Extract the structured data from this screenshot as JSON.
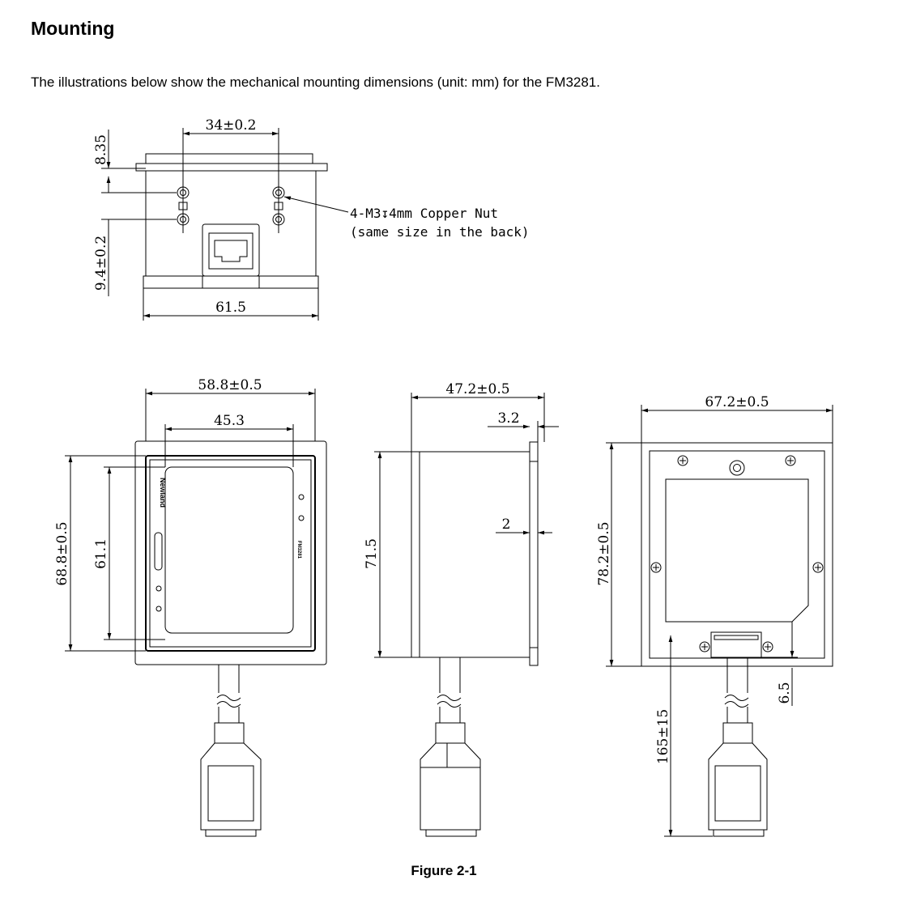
{
  "section": {
    "title": "Mounting",
    "intro": "The illustrations below show the mechanical mounting dimensions (unit: mm) for the FM3281."
  },
  "figure": {
    "caption": "Figure 2-1",
    "top_view": {
      "hole_spacing": "34±0.2",
      "top_offset": "8.35",
      "side_offset": "9.4±0.2",
      "width": "61.5",
      "nut_note_line1": "4-M3↧4mm Copper Nut",
      "nut_note_line2": "(same size in the back)"
    },
    "front_view": {
      "outer_width": "58.8±0.5",
      "window_width": "45.3",
      "outer_height": "68.8±0.5",
      "window_height": "61.1",
      "brand": "Newland",
      "label": "FM3281"
    },
    "side_view": {
      "depth": "47.2±0.5",
      "flange": "3.2",
      "height": "71.5",
      "plate": "2"
    },
    "back_view": {
      "width": "67.2±0.5",
      "height": "78.2±0.5",
      "cable_offset": "6.5",
      "cable_length": "165±15"
    }
  }
}
